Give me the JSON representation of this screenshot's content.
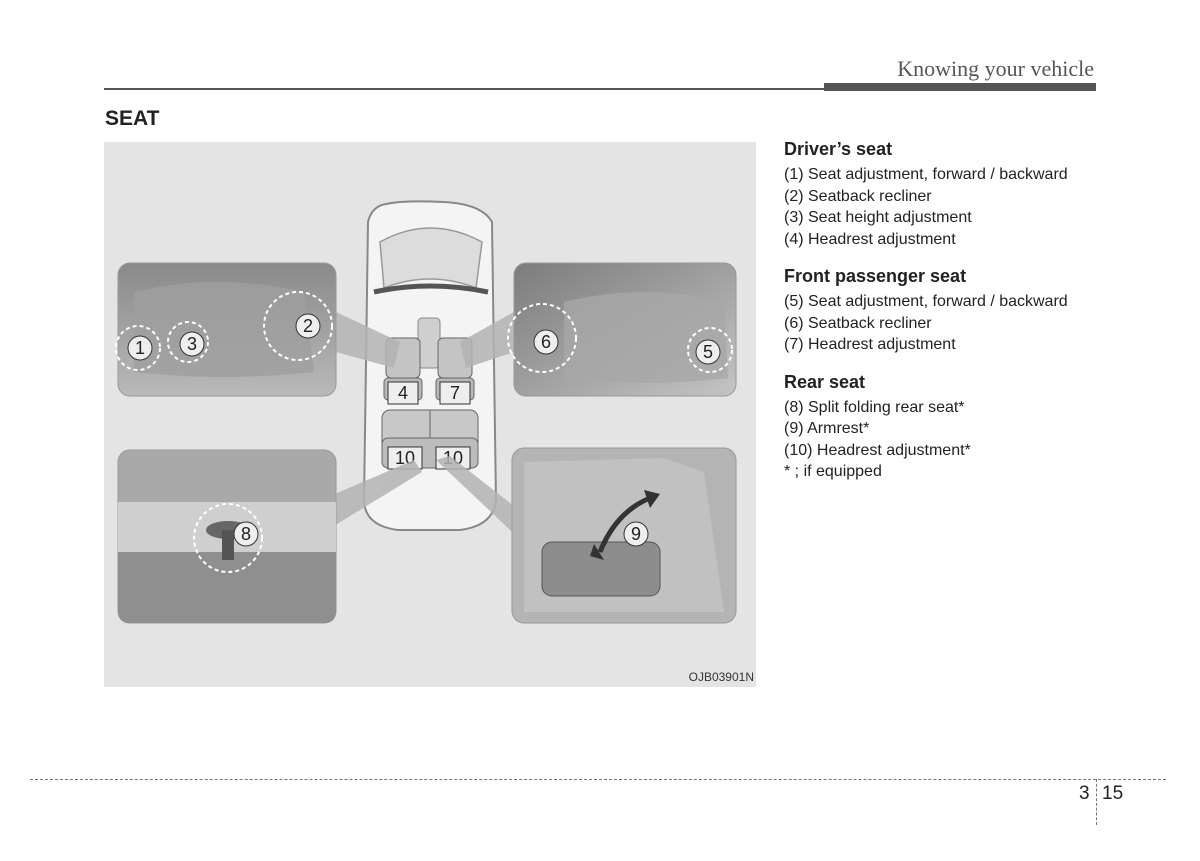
{
  "header": {
    "title": "Knowing your vehicle"
  },
  "section": {
    "title": "SEAT"
  },
  "figure": {
    "code": "OJB03901N",
    "callouts": [
      "1",
      "2",
      "3",
      "4",
      "5",
      "6",
      "7",
      "8",
      "9",
      "10",
      "10"
    ]
  },
  "groups": [
    {
      "heading": "Driver’s seat",
      "items": [
        "(1) Seat adjustment, forward / backward",
        "(2) Seatback recliner",
        "(3) Seat height adjustment",
        "(4) Headrest adjustment"
      ]
    },
    {
      "heading": "Front passenger seat",
      "items": [
        "(5) Seat adjustment, forward / backward",
        "(6) Seatback recliner",
        "(7) Headrest adjustment"
      ]
    },
    {
      "heading": "Rear seat",
      "items": [
        "(8) Split folding rear seat*",
        "(9) Armrest*",
        "(10) Headrest adjustment*",
        "* ; if equipped"
      ]
    }
  ],
  "footer": {
    "chapter": "3",
    "page": "15"
  }
}
